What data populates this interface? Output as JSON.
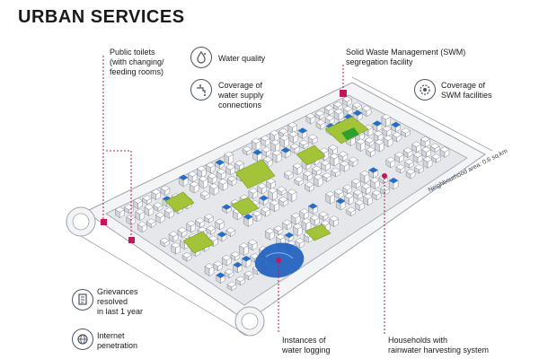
{
  "title": "URBAN SERVICES",
  "labels": {
    "public_toilets": "Public toilets\n(with changing/\nfeeding rooms)",
    "water_quality": "Water quality",
    "water_supply": "Coverage of\nwater supply\nconnections",
    "swm_facility": "Solid Waste Management (SWM)\nsegregation facility",
    "swm_coverage": "Coverage of\nSWM facilities",
    "grievances": "Grievances\nresolved\nin last 1 year",
    "internet": "Internet\npenetration",
    "water_logging": "Instances of\nwater logging",
    "rainwater": "Households with\nrainwater harvesting system",
    "area": "Neighbourhood area: 0.6 sq.km"
  },
  "icons": {
    "water_quality": "water-drop-icon",
    "water_supply": "water-tap-icon",
    "swm_coverage": "waste-gear-icon",
    "grievances": "grievance-document-icon",
    "internet": "internet-globe-icon"
  },
  "colors": {
    "building": "#ffffff",
    "building_outline": "#6b7280",
    "building_shade": "#d1d5db",
    "road": "#f3f4f6",
    "green_space": "#a3c439",
    "water_logging": "#1f5fbf",
    "highlight_blue": "#1d6fd1",
    "marker": "#c2185b",
    "leader_line": "#b91c3c"
  }
}
